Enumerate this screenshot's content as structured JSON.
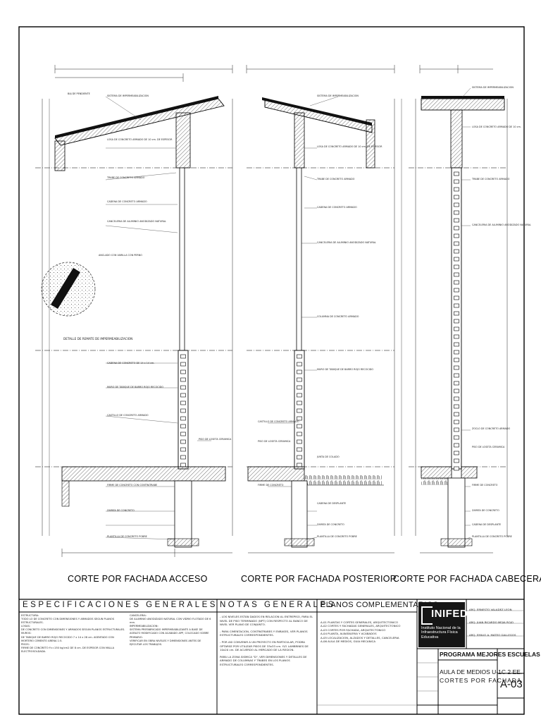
{
  "sections": [
    {
      "title": "CORTE POR FACHADA ACCESO"
    },
    {
      "title": "CORTE POR FACHADA POSTERIOR"
    },
    {
      "title": "CORTE POR FACHADA CABECERA"
    }
  ],
  "labels": {
    "acceso": [
      "BAJ DE PENDIENTE",
      "SISTEMA DE IMPERMEABILIZACION",
      "LOSA DE CONCRETO ARMADO DE 10 cm. DE ESPESOR",
      "TRABE DE CONCRETO ARMADO",
      "CADENA DE CONCRETO ARMADO",
      "CANCELERIA DE ALUMINIO ANODIZADO NATURAL",
      "ANCLADO CON VARILLA CON PERNO",
      "DETALLE DE REMATE DE IMPERMEABILIZACION",
      "CADENA DE CONCRETO DE 14 x 14 cm.",
      "MURO DE TABIQUE DE BARRO ROJO RECOCIDO",
      "CASTILLO DE CONCRETO ARMADO",
      "PISO DE LOSETA CERAMICA",
      "FIRME DE CONCRETO CON CONTRATRABE",
      "ZAPATA DE CONCRETO",
      "PLANTILLA DE CONCRETO POBRE"
    ],
    "posterior": [
      "SISTEMA DE IMPERMEABILIZACION",
      "LOSA DE CONCRETO ARMADO DE 10 cm. DE ESPESOR",
      "TRABE DE CONCRETO ARMADO",
      "CADENA DE CONCRETO ARMADO",
      "CANCELERIA DE ALUMINIO ANODIZADO NATURAL",
      "COLUMNA DE CONCRETO ARMADO",
      "MURO DE TABIQUE DE BARRO ROJO RECOCIDO",
      "CASTILLO DE CONCRETO ARMADO",
      "PISO DE LOSETA CERAMICA",
      "JUNTA DE COLADO",
      "FIRME DE CONCRETO",
      "CADENA DE DESPLANTE",
      "ZAPATA DE CONCRETO",
      "PLANTILLA DE CONCRETO POBRE"
    ],
    "cabecera": [
      "SISTEMA DE IMPERMEABILIZACION",
      "LOSA DE CONCRETO ARMADO DE 10 cm.",
      "TRABE DE CONCRETO ARMADO",
      "CANCELERIA DE ALUMINIO ANODIZADO NATURAL",
      "ZOCLO DE CONCRETO ARMADO",
      "PISO DE LOSETA CERAMICA",
      "FIRME DE CONCRETO",
      "ZAPATA DE CONCRETO",
      "CADENA DE DESPLANTE",
      "PLANTILLA DE CONCRETO POBRE"
    ]
  },
  "specs": {
    "heading": "ESPECIFICACIONES GENERALES",
    "col1": [
      "ESTRUCTURA:",
      "TODO LO DE CONCRETO CON DIMENSIONES Y ARMADOS SEGUN PLANOS ESTRUCTURALES.",
      "LOSAS:",
      "DE CONCRETO CON DIMENSIONES Y ARMADOS SEGUN PLANOS ESTRUCTURALES.",
      "MUROS:",
      "DE TABIQUE DE BARRO ROJO RECOCIDO 7 x 14 x 28 cm. ASENTADO CON MORTERO CEMENTO ARENA 1:5.",
      "PISOS:",
      "FIRME DE CONCRETO f'c=150 kg/cm2 DE 8 cm. DE ESPESOR CON MALLA ELECTROSOLDADA."
    ],
    "col2": [
      "CANCELERIA:",
      "DE ALUMINIO ANODIZADO NATURAL CON VIDRIO FLOTADO DE 6 mm.",
      "IMPERMEABILIZACION:",
      "SISTEMA PREFABRICADO IMPERMEABILIZANTE A BASE DE ASFALTO MODIFICADO CON ACABADO APP, COLOCADO SOBRE PRIMARIO.",
      "VERIFICAR EN OBRA NIVELES Y DIMENSIONES ANTES DE EJECUTAR LOS TRABAJOS."
    ]
  },
  "notes": {
    "heading": "NOTAS GENERALES",
    "items": [
      "- LOS NIVELES ESTAN DADOS EN RELACION AL ENTREPISO, PARA EL NIVEL DE PISO TERMINADO (NPT) CON RESPECTO AL BANCO DE NIVEL VER PLANO DE CONJUNTO.",
      "- PARA CIMENTACION, CONTRATRABES Y ENRASES, VER PLANOS ESTRUCTURALES CORRESPONDIENTES.",
      "- POR ASI CONVENIR A UN PROYECTO EN PARTICULAR, PODRA OPTARSE POR UTILIZAR PISOS DE 33x33 cm. Y/O LAMBRINES DE 10x20 cm. DE ACUERDO AL MERCADO DE LA REGION.",
      "PARA LA ZONA SISMICA \"D\", VER DIMENSIONES Y DETALLES DE ARMADO DE COLUMNAS Y TRABES EN LOS PLANOS ESTRUCTURALES CORRESPONDIENTES."
    ]
  },
  "planos": {
    "heading": "PLANOS COMPLEMENTARIOS",
    "items": [
      "A-01 PLANTAS Y CORTES GENERALES, ARQUITECTONICO",
      "A-02 CORTES Y FACHADAS GENERALES, ARQUITECTONICO",
      "A-03 CORTES POR FACHADA, ARQUITECTONICO",
      "A-04 PLANTA, ALBAÑILERIA Y ACABADOS",
      "A-05 LOCALIZACION, ALZADOS Y DETALLES, CANCELERIA",
      "A-06 AULA DE MEDIOS, GUIA MECANICA"
    ]
  },
  "title_block": {
    "logo_text": "INIFED",
    "logo_subtitle": "Instituto Nacional de la Infraestructura Física Educativa",
    "program": "PROGRAMA MEJORES ESCUELAS",
    "project_line1": "AULA DE MEDIOS U-1C 2 EE.",
    "project_line2": "CORTES POR FACHADA",
    "sheet_number": "A-03",
    "people": [
      "ARQ. ERNESTO VALADEZ LEON",
      "ARQ. JUAN RICARDO MEJIA ROJO",
      "ARQ. EMILIO A. MATEO GALLEGOS"
    ]
  }
}
